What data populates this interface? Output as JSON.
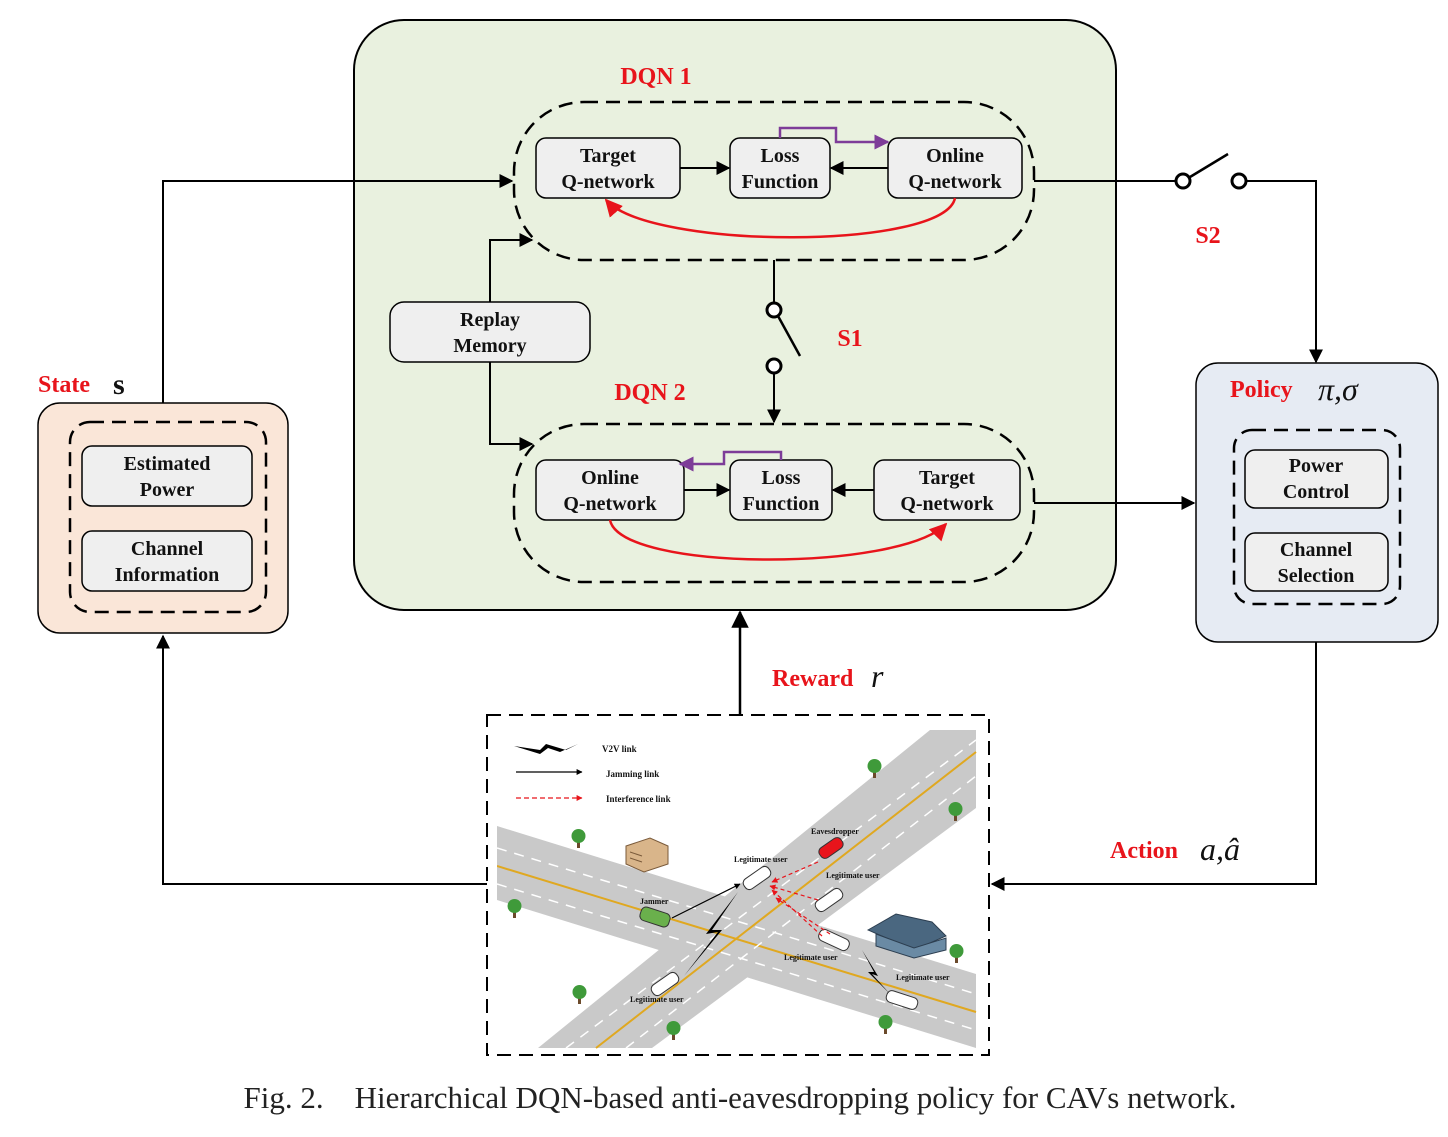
{
  "dqn1": {
    "title": "DQN 1",
    "target": [
      "Target",
      "Q-network"
    ],
    "loss": [
      "Loss",
      "Function"
    ],
    "online": [
      "Online",
      "Q-network"
    ]
  },
  "dqn2": {
    "title": "DQN 2",
    "online": [
      "Online",
      "Q-network"
    ],
    "loss": [
      "Loss",
      "Function"
    ],
    "target": [
      "Target",
      "Q-network"
    ]
  },
  "replay": [
    "Replay",
    "Memory"
  ],
  "switches": {
    "s1": "S1",
    "s2": "S2"
  },
  "state": {
    "label": "State",
    "symbol": "s",
    "items": [
      [
        "Estimated",
        "Power"
      ],
      [
        "Channel",
        "Information"
      ]
    ]
  },
  "policy": {
    "label": "Policy",
    "symbol": "π,σ",
    "items": [
      [
        "Power",
        "Control"
      ],
      [
        "Channel",
        "Selection"
      ]
    ]
  },
  "reward": {
    "label": "Reward",
    "symbol": "r"
  },
  "action": {
    "label": "Action",
    "symbol": "a,â"
  },
  "legend": {
    "v2v": "V2V link",
    "jamming": "Jamming link",
    "interference": "Interference link"
  },
  "scene": {
    "eavesdropper": "Eavesdropper",
    "legit": "Legitimate user",
    "legit_alt": "Legitimate  user",
    "jammer": "Jammer"
  },
  "caption": "Fig. 2.    Hierarchical DQN-based anti-eavesdropping policy for CAVs network.",
  "colors": {
    "dqn_panel": "#e9f1df",
    "state_panel": "#fae6d8",
    "policy_panel": "#e6ebf3",
    "node_fill": "#efefef",
    "red": "#e8141b",
    "purple": "#7d3c98",
    "road": "#c9c9c9"
  }
}
